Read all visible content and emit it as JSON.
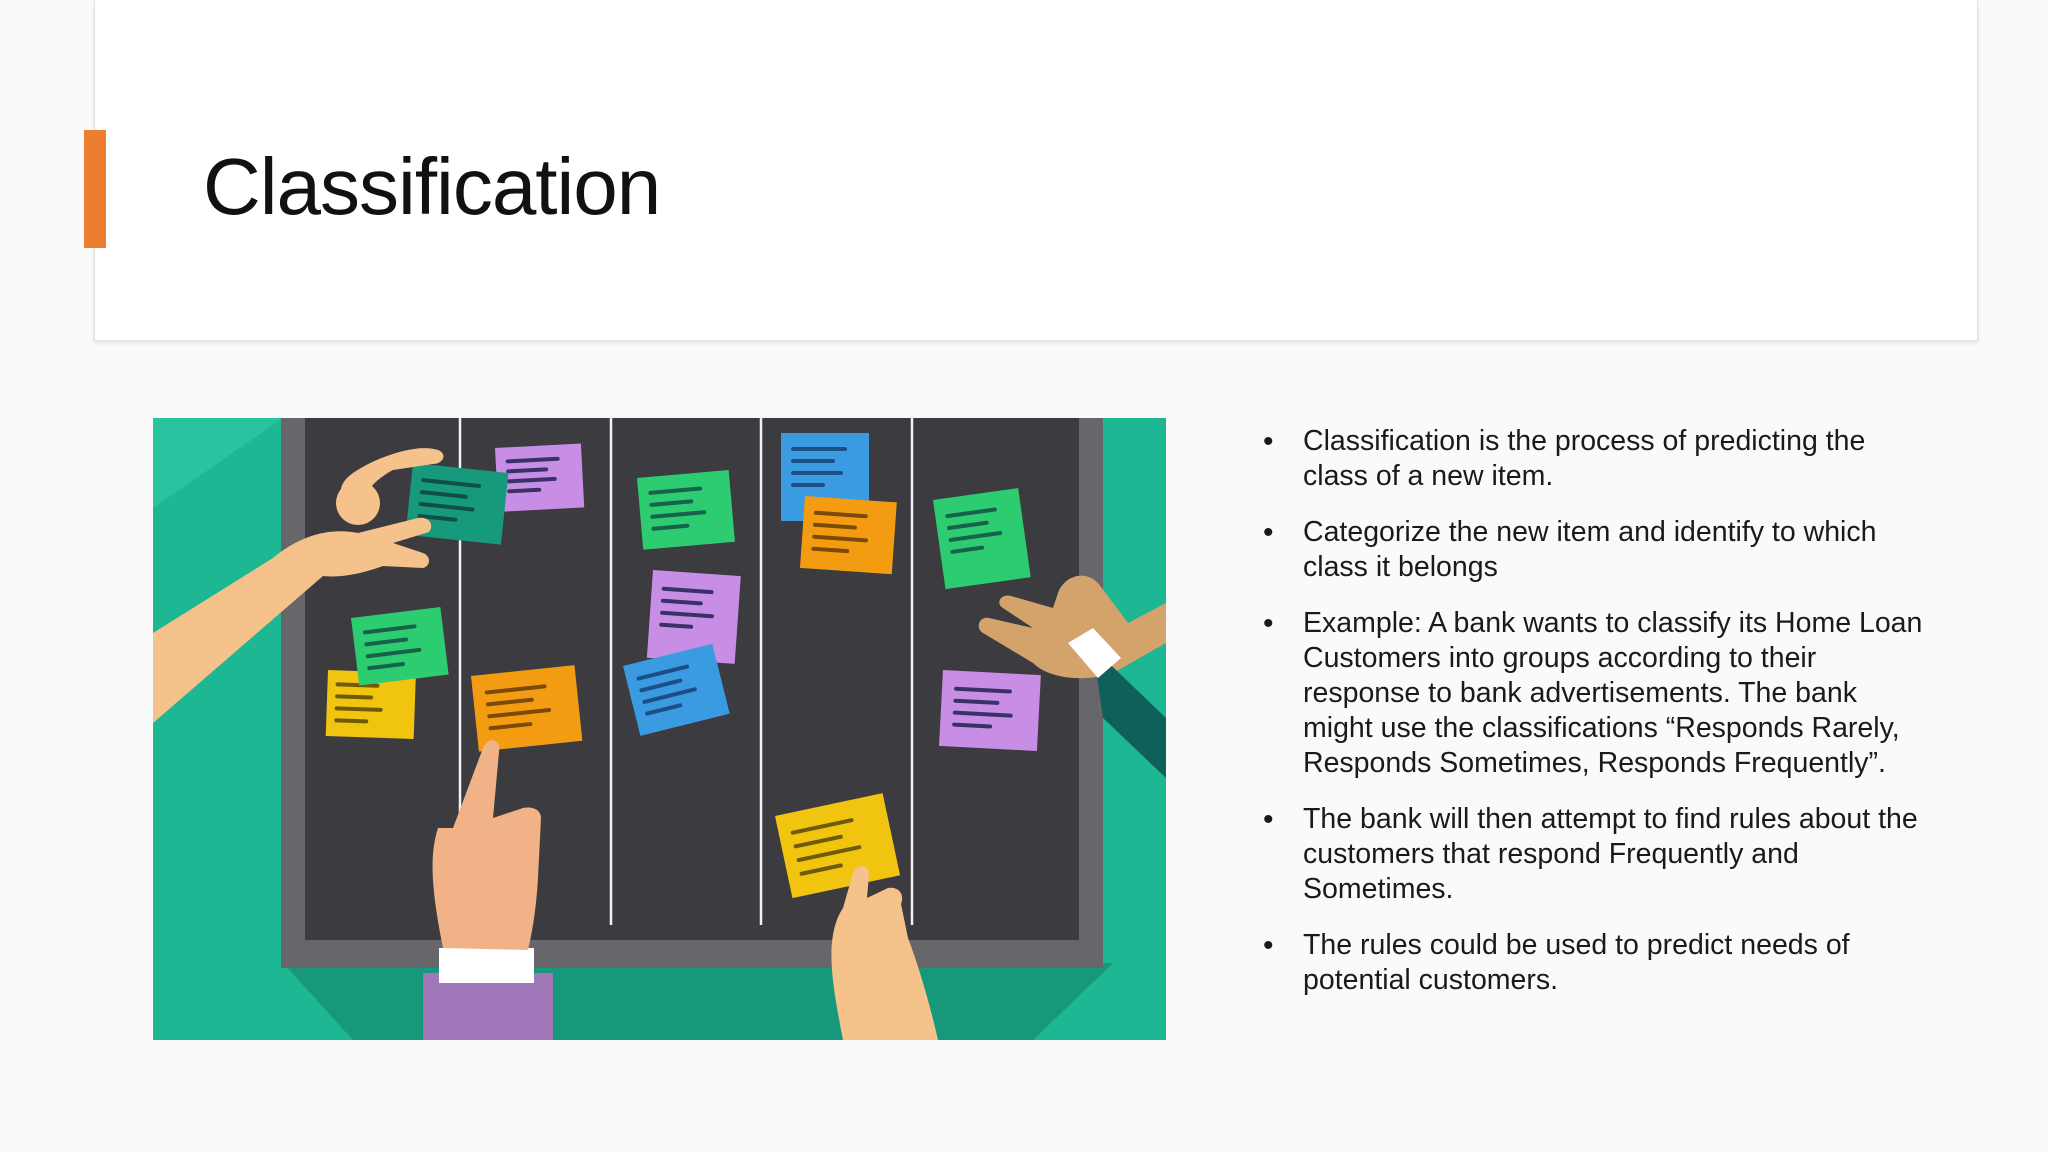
{
  "slide": {
    "title": "Classification",
    "accent_color": "#ed7d31",
    "image": {
      "subject": "kanban-board-illustration",
      "board_color": "#3b3a3e",
      "background_color": "#1fb896",
      "note_colors": [
        "#2ecc71",
        "#c88ee6",
        "#3a9be0",
        "#f39c12",
        "#f1c40f",
        "#179e7d"
      ]
    },
    "bullets": [
      {
        "text": "Classification is the process of predicting the class of a new item."
      },
      {
        "text": "Categorize the new item and identify to which class it belongs"
      },
      {
        "text": "Example: A bank wants to classify its Home Loan Customers into groups according to their response to bank advertisements. The bank might use the classifications “Responds Rarely, Responds Sometimes, Responds Frequently”."
      },
      {
        "text": "The bank will then attempt to find rules about the customers that respond Frequently and Sometimes."
      },
      {
        "text": "The rules could be used to predict needs of potential customers."
      }
    ]
  }
}
